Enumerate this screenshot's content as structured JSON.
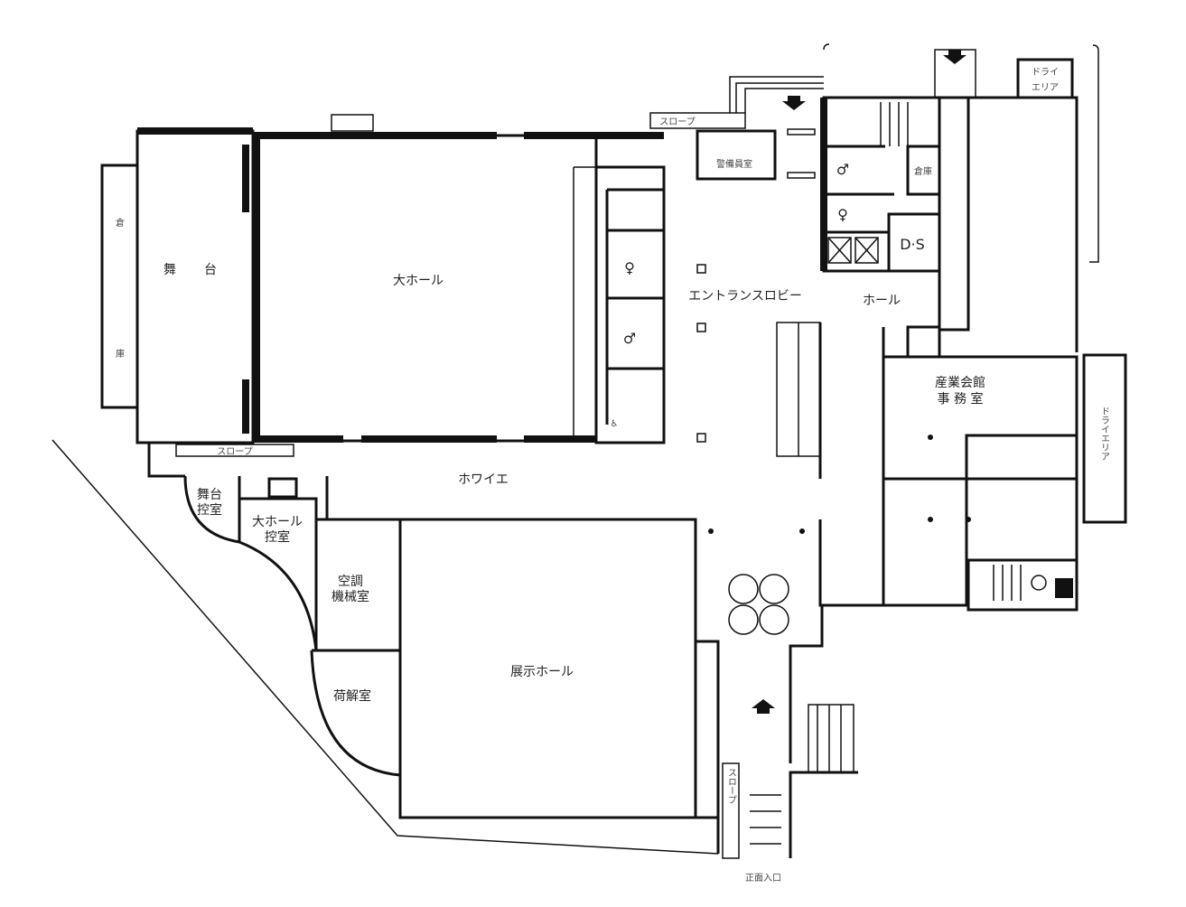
{
  "rooms": {
    "large_hall": "大ホール",
    "stage_1": "舞",
    "stage_2": "台",
    "storage_left_1": "倉",
    "storage_left_2": "庫",
    "entrance_lobby": "エントランスロビー",
    "hall": "ホール",
    "office_1": "産業会館",
    "office_2": "事 務 室",
    "dry_area_right": "ドライエリア",
    "dry_area_top_1": "ドライ",
    "dry_area_top_2": "エリア",
    "foyer": "ホワイエ",
    "stage_green_1": "舞台",
    "stage_green_2": "控室",
    "hall_green_1": "大ホール",
    "hall_green_2": "控室",
    "hvac_1": "空調",
    "hvac_2": "機械室",
    "exhibition_hall": "展示ホール",
    "unpacking": "荷解室",
    "security": "警備員室",
    "storage_core": "倉庫",
    "ds": "D·S",
    "slope_top": "スロープ",
    "slope_bottom": "スロープ",
    "slope_vertical": "スロープ",
    "main_entrance": "正面入口"
  },
  "icons": [
    "male-restroom-icon",
    "female-restroom-icon",
    "wheelchair-icon",
    "elevator-icon",
    "entrance-arrow-icon",
    "column-marker-icon",
    "revolving-door-icon"
  ]
}
